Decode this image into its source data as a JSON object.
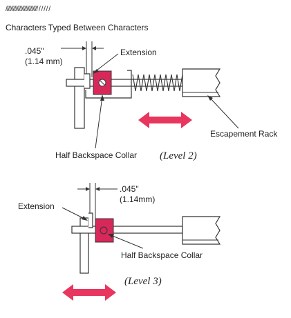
{
  "header": {
    "slashes": "////////////////////////// / / / / /",
    "title": "Characters Typed Between Characters"
  },
  "level2": {
    "dimension": ".045\"",
    "dimension_mm": "(1.14 mm)",
    "extension_label": "Extension",
    "collar_label": "Half Backspace Collar",
    "rack_label": "Escapement Rack",
    "caption": "(Level 2)"
  },
  "level3": {
    "dimension": ".045\"",
    "dimension_mm": "(1.14mm)",
    "extension_label": "Extension",
    "collar_label": "Half Backspace Collar",
    "caption": "(Level 3)"
  },
  "colors": {
    "collar": "#d8285a",
    "arrow": "#e8365f",
    "line": "#333333"
  }
}
